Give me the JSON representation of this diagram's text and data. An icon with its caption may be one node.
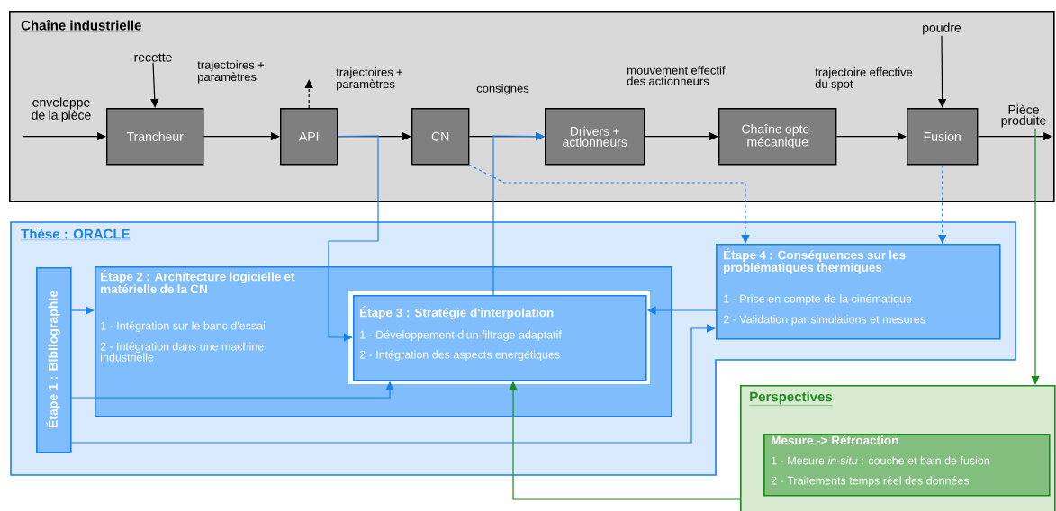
{
  "diagram": {
    "nodes": [
      {
        "text": [
          "Chaîne industrielle"
        ]
      },
      {
        "text": [
          "recette"
        ],
        "in": 0
      },
      {
        "text": [
          "poudre"
        ],
        "in": 0
      },
      {
        "text": [
          "enveloppe de la pièce"
        ],
        "in": 0
      },
      {
        "text": [
          "Trancheur"
        ],
        "in": 0
      },
      {
        "text": [
          "API"
        ],
        "in": 0
      },
      {
        "text": [
          "CN"
        ],
        "in": 0
      },
      {
        "text": [
          "Drivers + actionneurs"
        ],
        "in": 0
      },
      {
        "text": [
          "Chaîne opto-mécanique"
        ],
        "in": 0
      },
      {
        "text": [
          "Fusion"
        ],
        "in": 0
      },
      {
        "text": [
          "Pièce produite"
        ],
        "in": 0
      },
      {
        "text": [
          "Thèse : ORACLE"
        ]
      },
      {
        "text": [
          "Étape 1 : Bibliographie"
        ],
        "in": 11
      },
      {
        "text": [
          "Étape 2 : Architecture logicielle et matérielle de la CN",
          "1 - Intégration sur le banc d'essai",
          "2 - Intégration dans une machine industrielle"
        ],
        "in": 11
      },
      {
        "text": [
          "Étape 3 : Stratégie d'interpolation",
          "1 - Développement d'un filtrage adaptatif",
          "2 - Intégration des aspects energétiques"
        ],
        "in": 13
      },
      {
        "text": [
          "Étape 4 : Conséquences sur les problématiques thermiques",
          "1 - Prise en compte de la cinématique",
          "2 - Validation par simulations et mesures"
        ],
        "in": 11
      },
      {
        "text": [
          "Perspectives"
        ]
      },
      {
        "text": [
          "Mesure -> Rétroaction",
          "1 - Mesure *in-situ* : couche et bain de fusion",
          "2 - Traitements temps réel des données"
        ],
        "in": 16
      }
    ],
    "edges": [
      {
        "from": 3,
        "to": 4,
        "arrow": "to"
      },
      {
        "from": 1,
        "to": 4,
        "arrow": "to"
      },
      {
        "from": 4,
        "to": 5,
        "arrow": "to",
        "label": "trajectoires + paramètres"
      },
      {
        "from": 5,
        "to": null,
        "arrow": "to",
        "style": "dashed"
      },
      {
        "from": 5,
        "to": 6,
        "arrow": "to",
        "label": "trajectoires + paramètres"
      },
      {
        "from": 6,
        "to": 7,
        "arrow": "to",
        "label": "consignes"
      },
      {
        "from": 7,
        "to": 8,
        "arrow": "to",
        "label": "mouvement effectif des actionneurs"
      },
      {
        "from": 8,
        "to": 9,
        "arrow": "to",
        "label": "trajectoire effective du spot"
      },
      {
        "from": 2,
        "to": 9,
        "arrow": "to"
      },
      {
        "from": 9,
        "to": 10,
        "arrow": "to"
      },
      {
        "from": 10,
        "to": 16,
        "arrow": "to",
        "color": "#1a8a1a"
      },
      {
        "from": 5,
        "to": 14,
        "arrow": "to",
        "color": "#1a7ff0"
      },
      {
        "from": 14,
        "to": 7,
        "arrow": "to",
        "color": "#1a7ff0"
      },
      {
        "from": 6,
        "to": 15,
        "arrow": "to",
        "style": "dashed",
        "color": "#1a7ff0"
      },
      {
        "from": 9,
        "to": 15,
        "arrow": "to",
        "style": "dashed",
        "color": "#1a7ff0"
      },
      {
        "from": 15,
        "to": 14,
        "arrow": "to",
        "color": "#1a7ff0"
      },
      {
        "from": 12,
        "to": 13,
        "arrow": "to",
        "color": "#1a7ff0"
      },
      {
        "from": 12,
        "to": 14,
        "arrow": "to",
        "color": "#1a7ff0"
      },
      {
        "from": 12,
        "to": 15,
        "arrow": "to",
        "color": "#1a7ff0"
      },
      {
        "from": 16,
        "to": 14,
        "arrow": "to",
        "color": "#1a8a1a"
      }
    ]
  }
}
